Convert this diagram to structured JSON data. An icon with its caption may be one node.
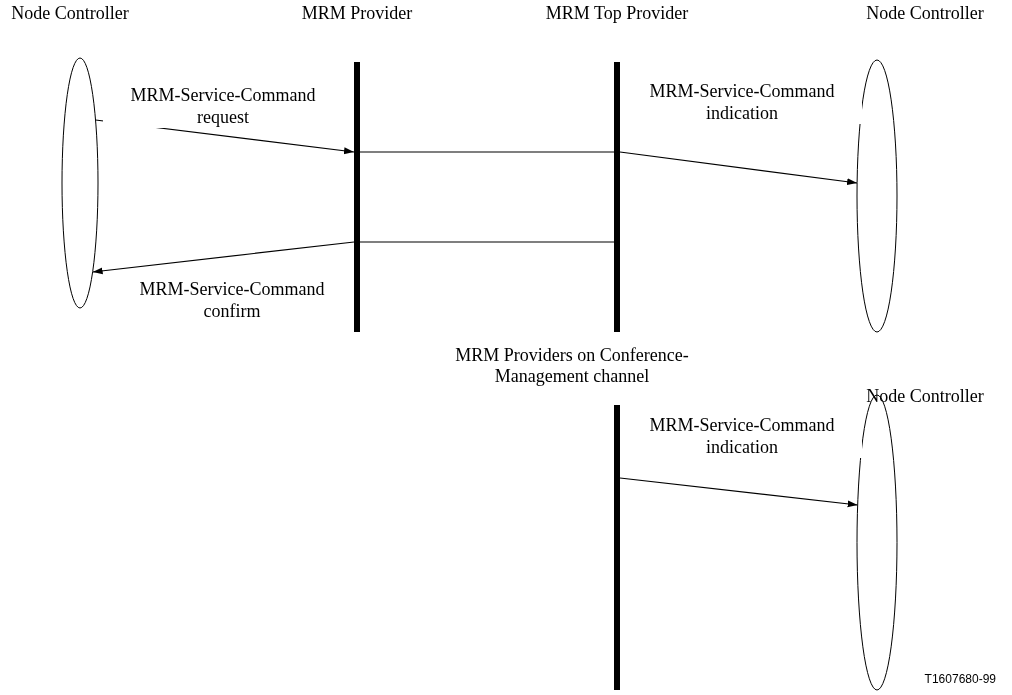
{
  "diagram": {
    "nodes": [
      {
        "text": [
          "Node Controller"
        ]
      },
      {
        "text": [
          "MRM Provider"
        ]
      },
      {
        "text": [
          "MRM Top Provider"
        ]
      },
      {
        "text": [
          "Node Controller"
        ]
      },
      {
        "text": [
          "MRM Providers on Conference-Management channel"
        ]
      },
      {
        "text": [
          "Node Controller"
        ]
      }
    ],
    "edges": [
      {
        "from": 0,
        "to": 1,
        "arrow": "to",
        "label": "MRM-Service-Command request"
      },
      {
        "from": 1,
        "to": 2,
        "arrow": "none"
      },
      {
        "from": 2,
        "to": 3,
        "arrow": "to",
        "label": "MRM-Service-Command indication"
      },
      {
        "from": 1,
        "to": 2,
        "arrow": "none"
      },
      {
        "from": 1,
        "to": 0,
        "arrow": "to",
        "label": "MRM-Service-Command confirm"
      },
      {
        "from": 4,
        "to": 5,
        "arrow": "to",
        "label": "MRM-Service-Command indication"
      }
    ],
    "labels": [
      "T1607680-99"
    ]
  }
}
